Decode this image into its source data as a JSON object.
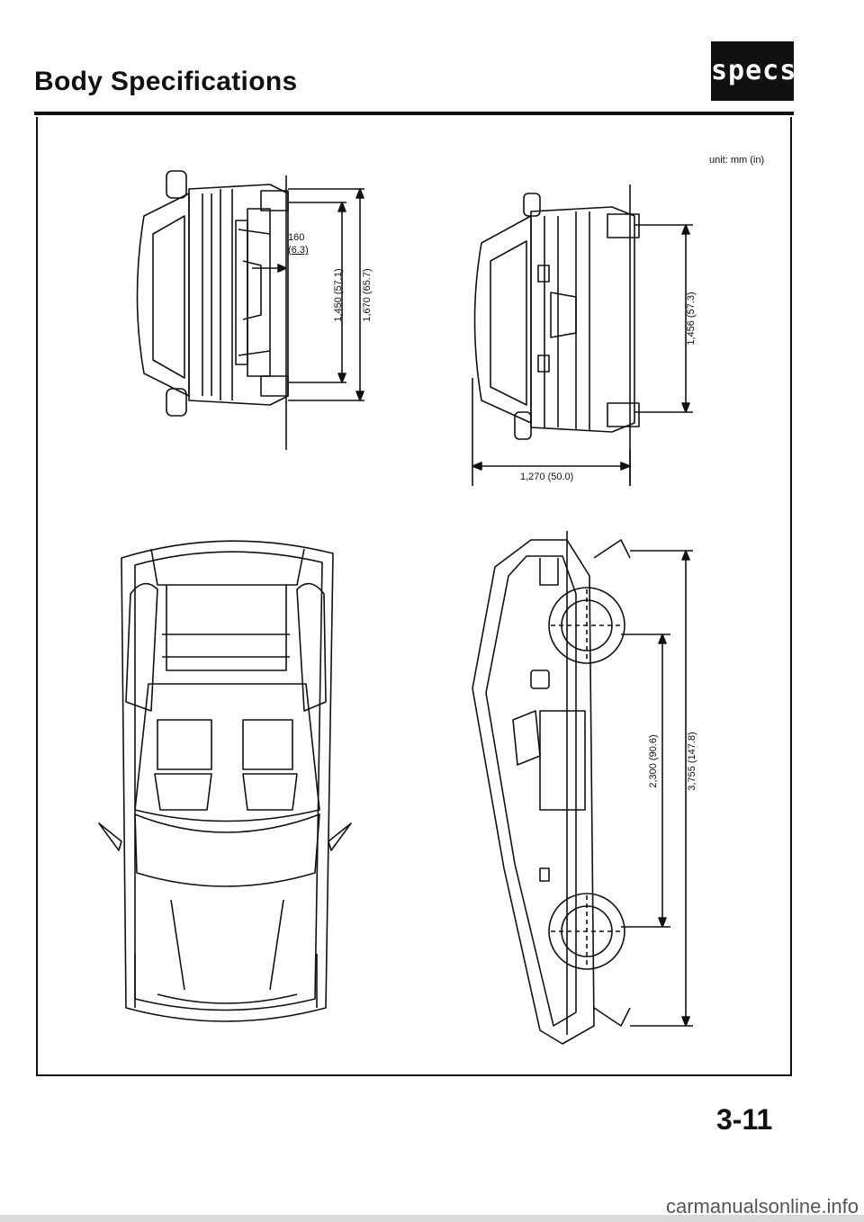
{
  "header": {
    "title": "Body Specifications",
    "badge": "specs"
  },
  "unit_note": "unit: mm (in)",
  "dimensions": {
    "front_offset": "160",
    "front_offset_in": "(6.3)",
    "front_height_a": "1,450 (57.1)",
    "front_height_b": "1,670 (65.7)",
    "rear_height": "1,456 (57.3)",
    "rear_width": "1,270 (50.0)",
    "wheelbase": "2,300 (90.6)",
    "overall_length": "3,755 (147.8)"
  },
  "page_number": "3-11",
  "watermark": "carmanualsonline.info"
}
